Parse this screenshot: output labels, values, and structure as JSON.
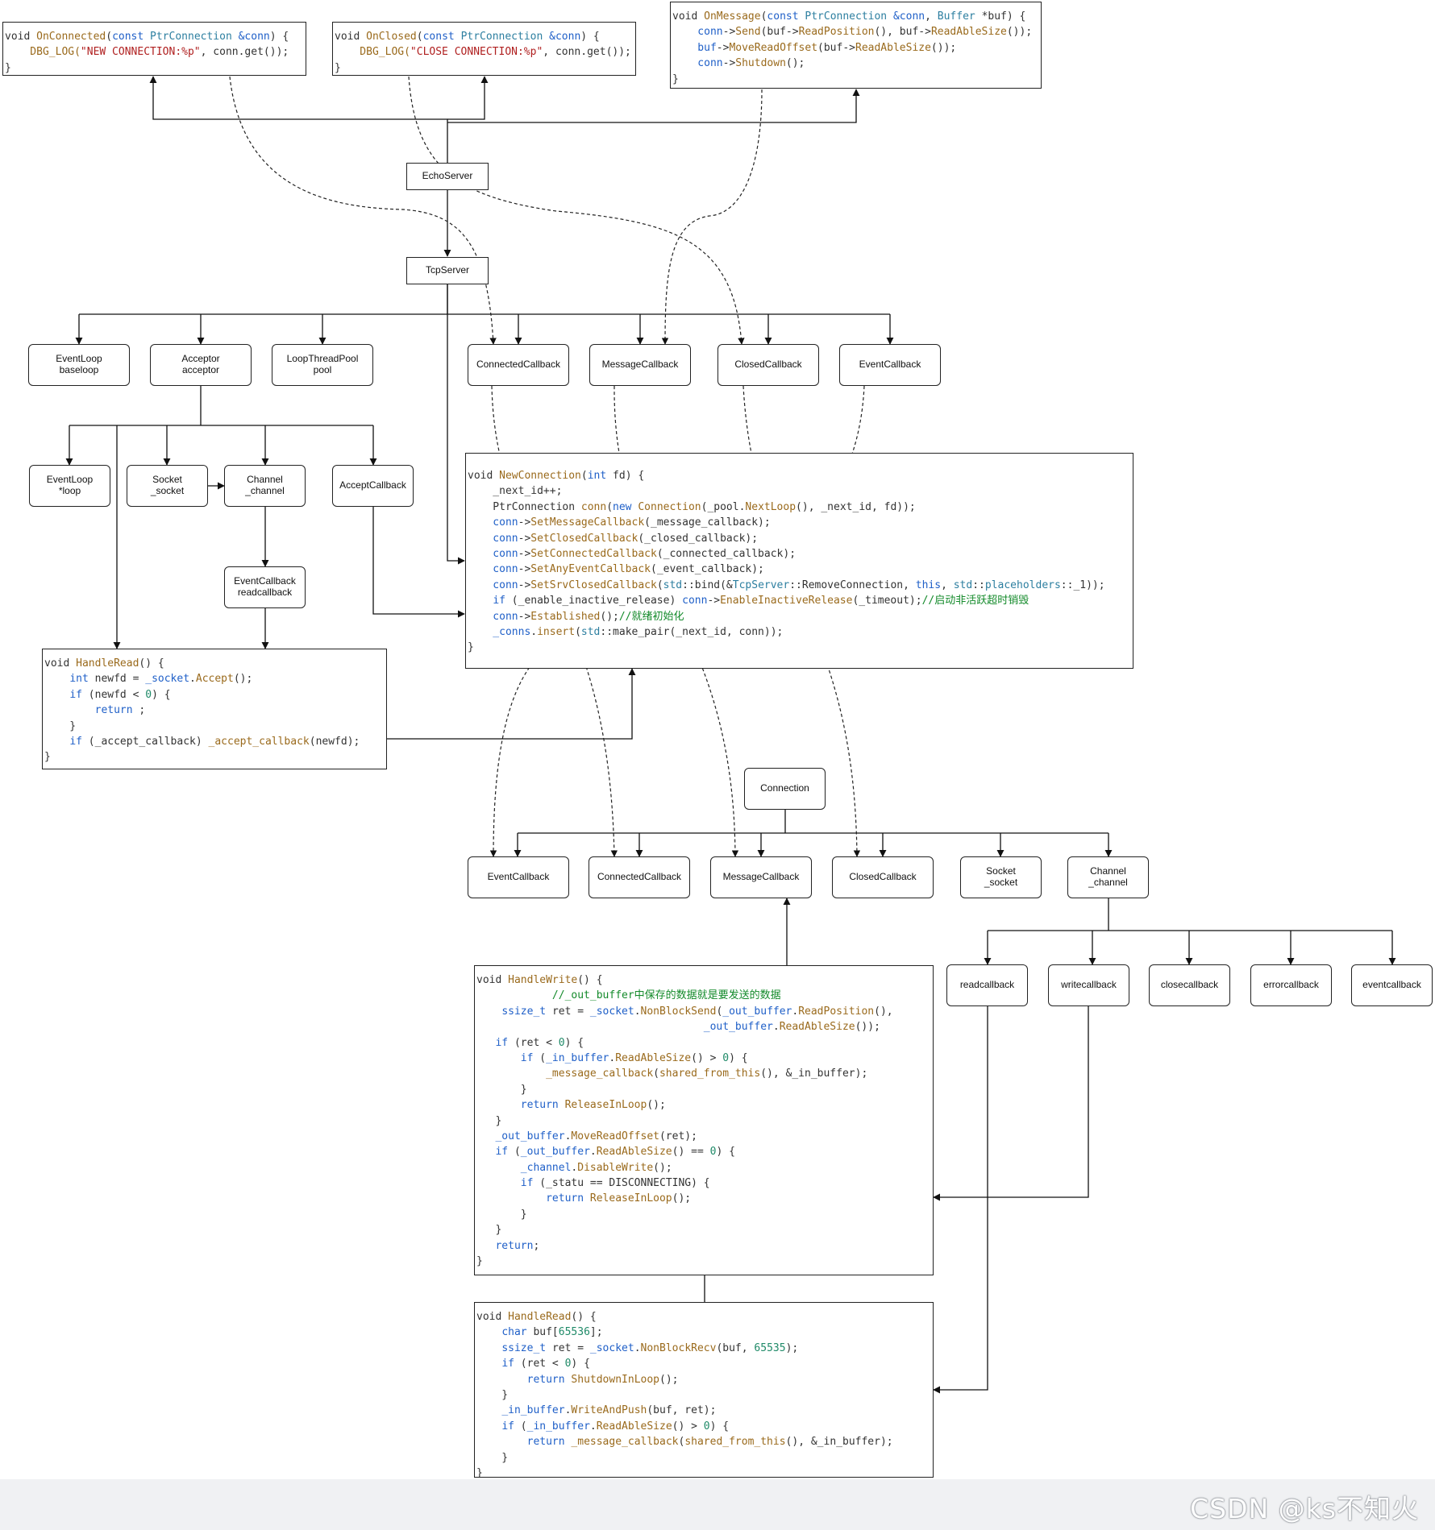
{
  "nodes": {
    "echo_server": "EchoServer",
    "tcp_server": "TcpServer",
    "eventloop_baseloop": "EventLoop\nbaseloop",
    "acceptor": "Acceptor\nacceptor",
    "loopthreadpool": "LoopThreadPool\npool",
    "tcp_connected_cb": "ConnectedCallback",
    "tcp_message_cb": "MessageCallback",
    "tcp_closed_cb": "ClosedCallback",
    "tcp_event_cb": "EventCallback",
    "acc_eventloop": "EventLoop\n*loop",
    "acc_socket": "Socket\n_socket",
    "acc_channel": "Channel\n_channel",
    "acc_acceptcb": "AcceptCallback",
    "acc_readcb": "EventCallback\nreadcallback",
    "connection": "Connection",
    "conn_event_cb": "EventCallback",
    "conn_connected_cb": "ConnectedCallback",
    "conn_message_cb": "MessageCallback",
    "conn_closed_cb": "ClosedCallback",
    "conn_socket": "Socket\n_socket",
    "conn_channel": "Channel\n_channel",
    "ch_readcb": "readcallback",
    "ch_writecb": "writecallback",
    "ch_closecb": "closecallback",
    "ch_errorcb": "errorcallback",
    "ch_eventcb": "eventcallback"
  },
  "code": {
    "on_connected": [
      [
        [
          "void ",
          ""
        ],
        [
          "OnConnected",
          "fn"
        ],
        [
          "(",
          ""
        ],
        [
          "const ",
          "kw"
        ],
        [
          "PtrConnection ",
          "typ"
        ],
        [
          "&conn",
          "kw"
        ],
        [
          ") {",
          ""
        ]
      ],
      [
        [
          "    DBG_LOG(",
          "fn"
        ],
        [
          "\"NEW CONNECTION:%p\"",
          "str"
        ],
        [
          ", ",
          ""
        ],
        [
          "conn",
          ""
        ],
        [
          ".get());",
          ""
        ]
      ],
      [
        [
          "}",
          ""
        ]
      ]
    ],
    "on_closed": [
      [
        [
          "void ",
          ""
        ],
        [
          "OnClosed",
          "fn"
        ],
        [
          "(",
          ""
        ],
        [
          "const ",
          "kw"
        ],
        [
          "PtrConnection ",
          "typ"
        ],
        [
          "&conn",
          "kw"
        ],
        [
          ") {",
          ""
        ]
      ],
      [
        [
          "    DBG_LOG(",
          "fn"
        ],
        [
          "\"CLOSE CONNECTION:%p\"",
          "str"
        ],
        [
          ", ",
          ""
        ],
        [
          "conn",
          ""
        ],
        [
          ".get());",
          ""
        ]
      ],
      [
        [
          "}",
          ""
        ]
      ]
    ],
    "on_message": [
      [
        [
          "void ",
          ""
        ],
        [
          "OnMessage",
          "fn"
        ],
        [
          "(",
          ""
        ],
        [
          "const ",
          "kw"
        ],
        [
          "PtrConnection ",
          "typ"
        ],
        [
          "&conn",
          "kw"
        ],
        [
          ", ",
          ""
        ],
        [
          "Buffer ",
          "typ"
        ],
        [
          "*buf",
          ""
        ],
        [
          ") {",
          ""
        ]
      ],
      [
        [
          "    conn",
          "kw"
        ],
        [
          "->",
          ""
        ],
        [
          "Send",
          "fn"
        ],
        [
          "(buf->",
          ""
        ],
        [
          "ReadPosition",
          "fn"
        ],
        [
          "(), buf->",
          ""
        ],
        [
          "ReadAbleSize",
          "fn"
        ],
        [
          "());",
          ""
        ]
      ],
      [
        [
          "    buf",
          "kw"
        ],
        [
          "->",
          ""
        ],
        [
          "MoveReadOffset",
          "fn"
        ],
        [
          "(buf->",
          ""
        ],
        [
          "ReadAbleSize",
          "fn"
        ],
        [
          "());",
          ""
        ]
      ],
      [
        [
          "    conn",
          "kw"
        ],
        [
          "->",
          ""
        ],
        [
          "Shutdown",
          "fn"
        ],
        [
          "();",
          ""
        ]
      ],
      [
        [
          "}",
          ""
        ]
      ]
    ],
    "new_connection": [
      [
        [
          "void ",
          ""
        ],
        [
          "NewConnection",
          "fn"
        ],
        [
          "(",
          ""
        ],
        [
          "int ",
          "kw"
        ],
        [
          "fd",
          ""
        ],
        [
          ") {",
          ""
        ]
      ],
      [
        [
          "    _next_id++;",
          ""
        ]
      ],
      [
        [
          "    PtrConnection ",
          ""
        ],
        [
          "conn",
          "fn"
        ],
        [
          "(",
          ""
        ],
        [
          "new ",
          "kw"
        ],
        [
          "Connection",
          "fn"
        ],
        [
          "(_pool.",
          ""
        ],
        [
          "NextLoop",
          "fn"
        ],
        [
          "(), _next_id, fd));",
          ""
        ]
      ],
      [
        [
          "    conn",
          "kw"
        ],
        [
          "->",
          ""
        ],
        [
          "SetMessageCallback",
          "fn"
        ],
        [
          "(_message_callback);",
          ""
        ]
      ],
      [
        [
          "    conn",
          "kw"
        ],
        [
          "->",
          ""
        ],
        [
          "SetClosedCallback",
          "fn"
        ],
        [
          "(_closed_callback);",
          ""
        ]
      ],
      [
        [
          "    conn",
          "kw"
        ],
        [
          "->",
          ""
        ],
        [
          "SetConnectedCallback",
          "fn"
        ],
        [
          "(_connected_callback);",
          ""
        ]
      ],
      [
        [
          "    conn",
          "kw"
        ],
        [
          "->",
          ""
        ],
        [
          "SetAnyEventCallback",
          "fn"
        ],
        [
          "(_event_callback);",
          ""
        ]
      ],
      [
        [
          "    conn",
          "kw"
        ],
        [
          "->",
          ""
        ],
        [
          "SetSrvClosedCallback",
          "fn"
        ],
        [
          "(",
          ""
        ],
        [
          "std",
          "typ"
        ],
        [
          "::bind(&",
          ""
        ],
        [
          "TcpServer",
          "typ"
        ],
        [
          "::RemoveConnection, ",
          ""
        ],
        [
          "this",
          "kw"
        ],
        [
          ", ",
          ""
        ],
        [
          "std",
          "typ"
        ],
        [
          "::",
          ""
        ],
        [
          "placeholders",
          "typ"
        ],
        [
          "::_1));",
          ""
        ]
      ],
      [
        [
          "    ",
          ""
        ],
        [
          "if ",
          "kw"
        ],
        [
          "(_enable_inactive_release) ",
          ""
        ],
        [
          "conn",
          "kw"
        ],
        [
          "->",
          ""
        ],
        [
          "EnableInactiveRelease",
          "fn"
        ],
        [
          "(_timeout);",
          ""
        ],
        [
          "//启动非活跃超时销毁",
          "cm"
        ]
      ],
      [
        [
          "    conn",
          "kw"
        ],
        [
          "->",
          ""
        ],
        [
          "Established",
          "fn"
        ],
        [
          "();",
          ""
        ],
        [
          "//就绪初始化",
          "cm"
        ]
      ],
      [
        [
          "    _conns",
          "kw"
        ],
        [
          ".",
          ""
        ],
        [
          "insert",
          "fn"
        ],
        [
          "(",
          ""
        ],
        [
          "std",
          "typ"
        ],
        [
          "::make_pair(_next_id, conn));",
          ""
        ]
      ],
      [
        [
          "}",
          ""
        ]
      ]
    ],
    "acceptor_handle_read": [
      [
        [
          "void ",
          ""
        ],
        [
          "HandleRead",
          "fn"
        ],
        [
          "() {",
          ""
        ]
      ],
      [
        [
          "    ",
          ""
        ],
        [
          "int ",
          "kw"
        ],
        [
          "newfd = ",
          ""
        ],
        [
          "_socket",
          "kw"
        ],
        [
          ".",
          ""
        ],
        [
          "Accept",
          "fn"
        ],
        [
          "();",
          ""
        ]
      ],
      [
        [
          "    ",
          ""
        ],
        [
          "if ",
          "kw"
        ],
        [
          "(newfd < ",
          ""
        ],
        [
          "0",
          "num"
        ],
        [
          ") {",
          ""
        ]
      ],
      [
        [
          "        ",
          ""
        ],
        [
          "return ",
          "kw"
        ],
        [
          ";",
          ""
        ]
      ],
      [
        [
          "    }",
          ""
        ]
      ],
      [
        [
          "    ",
          ""
        ],
        [
          "if ",
          "kw"
        ],
        [
          "(_accept_callback) ",
          ""
        ],
        [
          "_accept_callback",
          "fn"
        ],
        [
          "(newfd);",
          ""
        ]
      ],
      [
        [
          "}",
          ""
        ]
      ]
    ],
    "handle_write": [
      [
        [
          "void ",
          ""
        ],
        [
          "HandleWrite",
          "fn"
        ],
        [
          "() {",
          ""
        ]
      ],
      [
        [
          "            ",
          ""
        ],
        [
          "//_out_buffer中保存的数据就是要发送的数据",
          "cm"
        ]
      ],
      [
        [
          "    ",
          ""
        ],
        [
          "ssize_t ",
          "kw"
        ],
        [
          "ret = ",
          ""
        ],
        [
          "_socket",
          "kw"
        ],
        [
          ".",
          ""
        ],
        [
          "NonBlockSend",
          "fn"
        ],
        [
          "(",
          ""
        ],
        [
          "_out_buffer",
          "kw"
        ],
        [
          ".",
          ""
        ],
        [
          "ReadPosition",
          "fn"
        ],
        [
          "(),",
          ""
        ]
      ],
      [
        [
          "                                    ",
          ""
        ],
        [
          "_out_buffer",
          "kw"
        ],
        [
          ".",
          ""
        ],
        [
          "ReadAbleSize",
          "fn"
        ],
        [
          "());",
          ""
        ]
      ],
      [
        [
          "   ",
          ""
        ],
        [
          "if ",
          "kw"
        ],
        [
          "(ret < ",
          ""
        ],
        [
          "0",
          "num"
        ],
        [
          ") {",
          ""
        ]
      ],
      [
        [
          "       ",
          ""
        ],
        [
          "if ",
          "kw"
        ],
        [
          "(",
          ""
        ],
        [
          "_in_buffer",
          "kw"
        ],
        [
          ".",
          ""
        ],
        [
          "ReadAbleSize",
          "fn"
        ],
        [
          "() > ",
          ""
        ],
        [
          "0",
          "num"
        ],
        [
          ") {",
          ""
        ]
      ],
      [
        [
          "           ",
          ""
        ],
        [
          "_message_callback",
          "fn"
        ],
        [
          "(",
          ""
        ],
        [
          "shared_from_this",
          "fn"
        ],
        [
          "(), &_in_buffer);",
          ""
        ]
      ],
      [
        [
          "       }",
          ""
        ]
      ],
      [
        [
          "       ",
          ""
        ],
        [
          "return ",
          "kw"
        ],
        [
          "ReleaseInLoop",
          "fn"
        ],
        [
          "();",
          ""
        ]
      ],
      [
        [
          "   }",
          ""
        ]
      ],
      [
        [
          "   ",
          ""
        ],
        [
          "_out_buffer",
          "kw"
        ],
        [
          ".",
          ""
        ],
        [
          "MoveReadOffset",
          "fn"
        ],
        [
          "(ret);",
          ""
        ]
      ],
      [
        [
          "   ",
          ""
        ],
        [
          "if ",
          "kw"
        ],
        [
          "(",
          ""
        ],
        [
          "_out_buffer",
          "kw"
        ],
        [
          ".",
          ""
        ],
        [
          "ReadAbleSize",
          "fn"
        ],
        [
          "() == ",
          ""
        ],
        [
          "0",
          "num"
        ],
        [
          ") {",
          ""
        ]
      ],
      [
        [
          "       ",
          ""
        ],
        [
          "_channel",
          "kw"
        ],
        [
          ".",
          ""
        ],
        [
          "DisableWrite",
          "fn"
        ],
        [
          "();",
          ""
        ]
      ],
      [
        [
          "       ",
          ""
        ],
        [
          "if ",
          "kw"
        ],
        [
          "(_statu == DISCONNECTING) {",
          ""
        ]
      ],
      [
        [
          "           ",
          ""
        ],
        [
          "return ",
          "kw"
        ],
        [
          "ReleaseInLoop",
          "fn"
        ],
        [
          "();",
          ""
        ]
      ],
      [
        [
          "       }",
          ""
        ]
      ],
      [
        [
          "   }",
          ""
        ]
      ],
      [
        [
          "   ",
          ""
        ],
        [
          "return",
          "kw"
        ],
        [
          ";",
          ""
        ]
      ],
      [
        [
          "}",
          ""
        ]
      ]
    ],
    "conn_handle_read": [
      [
        [
          "void ",
          ""
        ],
        [
          "HandleRead",
          "fn"
        ],
        [
          "() {",
          ""
        ]
      ],
      [
        [
          "    ",
          ""
        ],
        [
          "char ",
          "kw"
        ],
        [
          "buf[",
          ""
        ],
        [
          "65536",
          "num"
        ],
        [
          "];",
          ""
        ]
      ],
      [
        [
          "    ",
          ""
        ],
        [
          "ssize_t ",
          "kw"
        ],
        [
          "ret = ",
          ""
        ],
        [
          "_socket",
          "kw"
        ],
        [
          ".",
          ""
        ],
        [
          "NonBlockRecv",
          "fn"
        ],
        [
          "(buf, ",
          ""
        ],
        [
          "65535",
          "num"
        ],
        [
          ");",
          ""
        ]
      ],
      [
        [
          "    ",
          ""
        ],
        [
          "if ",
          "kw"
        ],
        [
          "(ret < ",
          ""
        ],
        [
          "0",
          "num"
        ],
        [
          ") {",
          ""
        ]
      ],
      [
        [
          "        ",
          ""
        ],
        [
          "return ",
          "kw"
        ],
        [
          "ShutdownInLoop",
          "fn"
        ],
        [
          "();",
          ""
        ]
      ],
      [
        [
          "    }",
          ""
        ]
      ],
      [
        [
          "    ",
          ""
        ],
        [
          "_in_buffer",
          "kw"
        ],
        [
          ".",
          ""
        ],
        [
          "WriteAndPush",
          "fn"
        ],
        [
          "(buf, ret);",
          ""
        ]
      ],
      [
        [
          "    ",
          ""
        ],
        [
          "if ",
          "kw"
        ],
        [
          "(",
          ""
        ],
        [
          "_in_buffer",
          "kw"
        ],
        [
          ".",
          ""
        ],
        [
          "ReadAbleSize",
          "fn"
        ],
        [
          "() > ",
          ""
        ],
        [
          "0",
          "num"
        ],
        [
          ") {",
          ""
        ]
      ],
      [
        [
          "        ",
          ""
        ],
        [
          "return ",
          "kw"
        ],
        [
          "_message_callback",
          "fn"
        ],
        [
          "(",
          ""
        ],
        [
          "shared_from_this",
          "fn"
        ],
        [
          "(), &_in_buffer);",
          ""
        ]
      ],
      [
        [
          "    }",
          ""
        ]
      ],
      [
        [
          "}",
          ""
        ]
      ]
    ]
  },
  "watermark": "CSDN @ks不知火"
}
